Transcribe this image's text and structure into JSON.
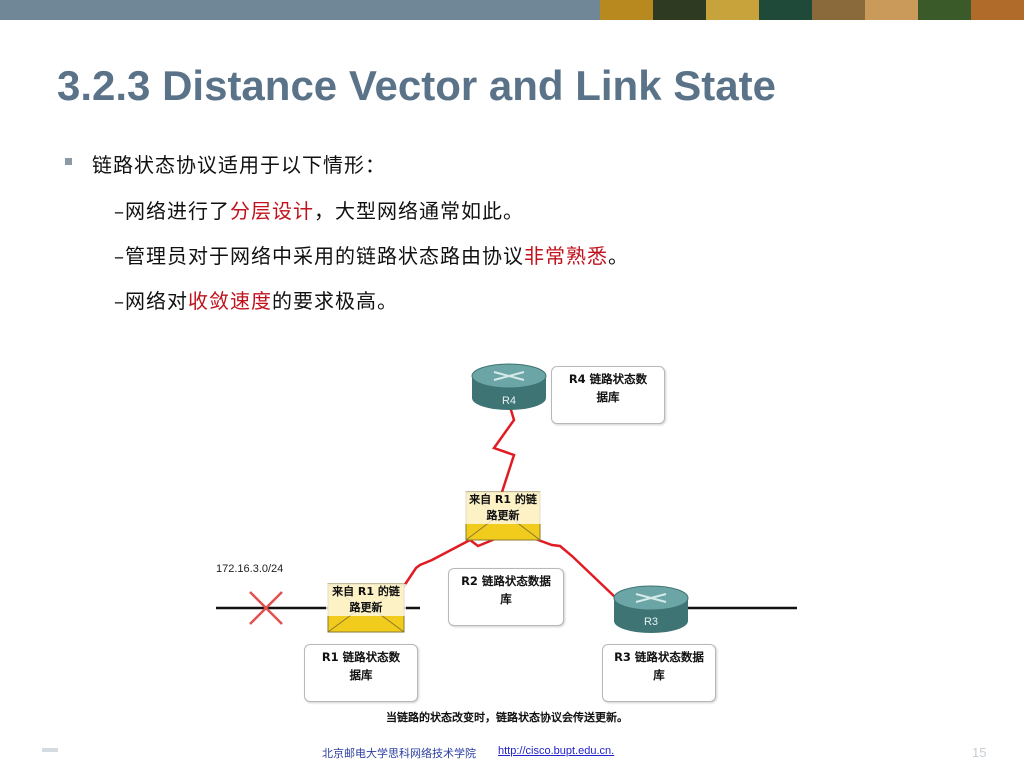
{
  "slide": {
    "title": "3.2.3 Distance Vector and Link State",
    "bullet": "链路状态协议适用于以下情形：",
    "subitems": [
      {
        "dash": "–",
        "before": "网络进行了",
        "highlight": "分层设计",
        "after": "，大型网络通常如此。"
      },
      {
        "dash": "–",
        "before": "管理员对于网络中采用的链路状态路由协议",
        "highlight": "非常熟悉",
        "after": "。"
      },
      {
        "dash": "–",
        "before": "网络对",
        "highlight": "收敛速度",
        "after": "的要求极高。"
      }
    ],
    "colors": {
      "title": "#5a7389",
      "highlight": "#c0121c",
      "topbar": "#6f8797",
      "router": "#4f8a8a",
      "link": "#e21b23",
      "envelope": "#f2cc1c"
    }
  },
  "diagram": {
    "routers": [
      {
        "id": "R4",
        "label": "R4"
      },
      {
        "id": "R3",
        "label": "R3"
      }
    ],
    "databases": {
      "r4": [
        "R4 链路状态数",
        "据库"
      ],
      "r2": [
        "R2 链路状态数据",
        "库"
      ],
      "r1": [
        "R1 链路状态数",
        "据库"
      ],
      "r3": [
        "R3 链路状态数据",
        "库"
      ]
    },
    "envelopes": {
      "top": [
        "来自 R1 的链",
        "路更新"
      ],
      "left": [
        "来自 R1 的链",
        "路更新"
      ]
    },
    "subnet": "172.16.3.0/24",
    "caption": "当链路的状态改变时，链路状态协议会传送更新。"
  },
  "footer": {
    "school": "北京邮电大学思科网络技术学院",
    "url": "http://cisco.bupt.edu.cn.",
    "page": "15"
  }
}
